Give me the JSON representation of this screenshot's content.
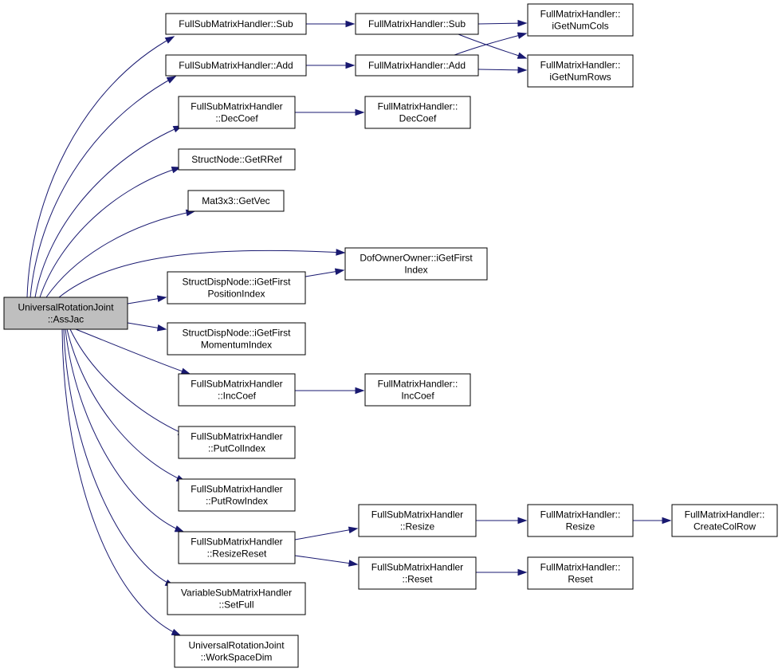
{
  "graph": {
    "edge_color": "#191970",
    "root_fill": "#bfbfbf",
    "node_fill": "#ffffff",
    "nodes": [
      {
        "id": "n0",
        "lines": [
          "UniversalRotationJoint",
          "::AssJac"
        ],
        "root": true
      },
      {
        "id": "n1",
        "lines": [
          "FullSubMatrixHandler::Sub"
        ]
      },
      {
        "id": "n2",
        "lines": [
          "FullSubMatrixHandler::Add"
        ]
      },
      {
        "id": "n3",
        "lines": [
          "FullSubMatrixHandler",
          "::DecCoef"
        ]
      },
      {
        "id": "n4",
        "lines": [
          "StructNode::GetRRef"
        ]
      },
      {
        "id": "n5",
        "lines": [
          "Mat3x3::GetVec"
        ]
      },
      {
        "id": "n6",
        "lines": [
          "DofOwnerOwner::iGetFirst",
          "Index"
        ]
      },
      {
        "id": "n7",
        "lines": [
          "StructDispNode::iGetFirst",
          "PositionIndex"
        ]
      },
      {
        "id": "n8",
        "lines": [
          "StructDispNode::iGetFirst",
          "MomentumIndex"
        ]
      },
      {
        "id": "n9",
        "lines": [
          "FullSubMatrixHandler",
          "::IncCoef"
        ]
      },
      {
        "id": "n10",
        "lines": [
          "FullSubMatrixHandler",
          "::PutColIndex"
        ]
      },
      {
        "id": "n11",
        "lines": [
          "FullSubMatrixHandler",
          "::PutRowIndex"
        ]
      },
      {
        "id": "n12",
        "lines": [
          "FullSubMatrixHandler",
          "::ResizeReset"
        ]
      },
      {
        "id": "n13",
        "lines": [
          "VariableSubMatrixHandler",
          "::SetFull"
        ]
      },
      {
        "id": "n14",
        "lines": [
          "UniversalRotationJoint",
          "::WorkSpaceDim"
        ]
      },
      {
        "id": "n15",
        "lines": [
          "FullMatrixHandler::Sub"
        ]
      },
      {
        "id": "n16",
        "lines": [
          "FullMatrixHandler::Add"
        ]
      },
      {
        "id": "n17",
        "lines": [
          "FullMatrixHandler::",
          "iGetNumCols"
        ]
      },
      {
        "id": "n18",
        "lines": [
          "FullMatrixHandler::",
          "iGetNumRows"
        ]
      },
      {
        "id": "n19",
        "lines": [
          "FullMatrixHandler::",
          "DecCoef"
        ]
      },
      {
        "id": "n20",
        "lines": [
          "FullMatrixHandler::",
          "IncCoef"
        ]
      },
      {
        "id": "n21",
        "lines": [
          "FullSubMatrixHandler",
          "::Resize"
        ]
      },
      {
        "id": "n22",
        "lines": [
          "FullSubMatrixHandler",
          "::Reset"
        ]
      },
      {
        "id": "n23",
        "lines": [
          "FullMatrixHandler::",
          "Resize"
        ]
      },
      {
        "id": "n24",
        "lines": [
          "FullMatrixHandler::",
          "Reset"
        ]
      },
      {
        "id": "n25",
        "lines": [
          "FullMatrixHandler::",
          "CreateColRow"
        ]
      }
    ],
    "edges": [
      [
        "n0",
        "n1"
      ],
      [
        "n0",
        "n2"
      ],
      [
        "n0",
        "n3"
      ],
      [
        "n0",
        "n4"
      ],
      [
        "n0",
        "n5"
      ],
      [
        "n0",
        "n6"
      ],
      [
        "n0",
        "n7"
      ],
      [
        "n0",
        "n8"
      ],
      [
        "n0",
        "n9"
      ],
      [
        "n0",
        "n10"
      ],
      [
        "n0",
        "n11"
      ],
      [
        "n0",
        "n12"
      ],
      [
        "n0",
        "n13"
      ],
      [
        "n0",
        "n14"
      ],
      [
        "n1",
        "n15"
      ],
      [
        "n2",
        "n16"
      ],
      [
        "n15",
        "n17"
      ],
      [
        "n15",
        "n18"
      ],
      [
        "n16",
        "n17"
      ],
      [
        "n16",
        "n18"
      ],
      [
        "n3",
        "n19"
      ],
      [
        "n7",
        "n6"
      ],
      [
        "n9",
        "n20"
      ],
      [
        "n12",
        "n21"
      ],
      [
        "n12",
        "n22"
      ],
      [
        "n21",
        "n23"
      ],
      [
        "n22",
        "n24"
      ],
      [
        "n23",
        "n25"
      ]
    ]
  }
}
